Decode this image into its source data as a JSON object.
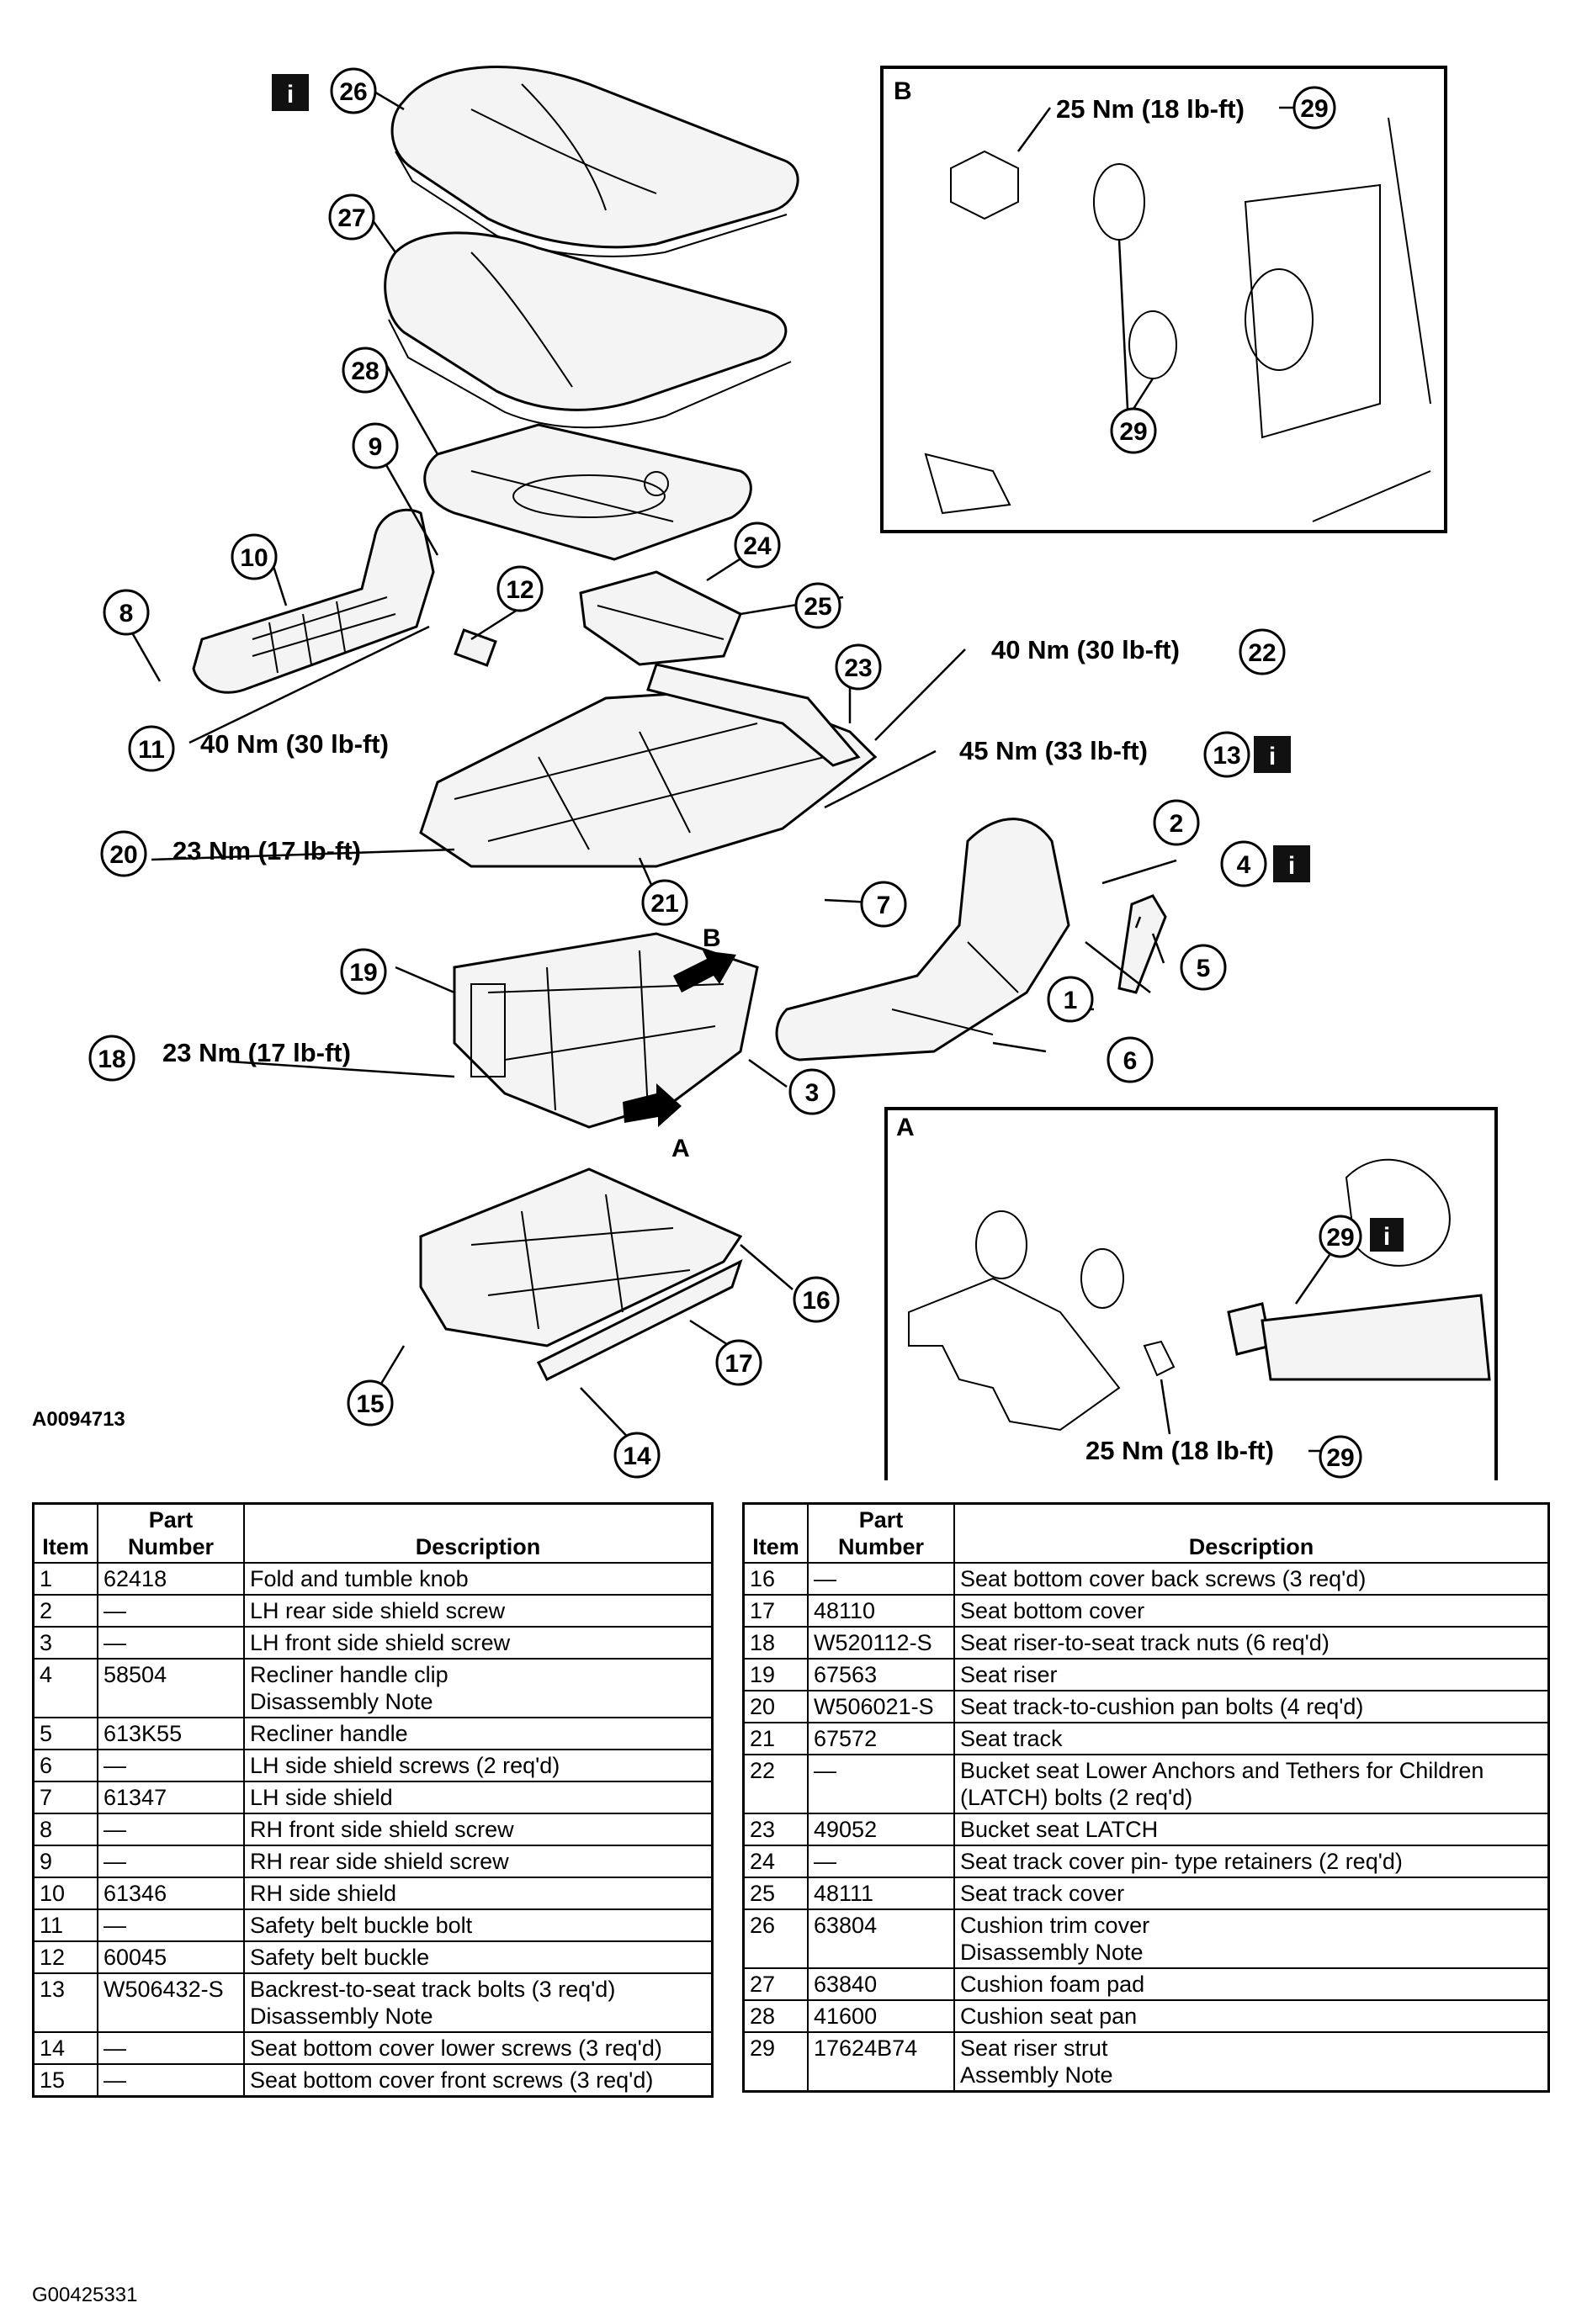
{
  "diagram": {
    "figure_id": "A0094713",
    "info_icon_label": "i",
    "inset_b": {
      "letter": "B",
      "torque_top": "25 Nm (18 lb-ft)",
      "callouts": [
        "29",
        "29"
      ]
    },
    "inset_a": {
      "letter": "A",
      "torque_bottom": "25 Nm (18 lb-ft)",
      "callouts": [
        "29",
        "29"
      ]
    },
    "pointer_labels": {
      "a": "A",
      "b": "B"
    },
    "torques": {
      "item11": "40 Nm (30 lb-ft)",
      "item22": "40 Nm (30 lb-ft)",
      "item13": "45 Nm (33 lb-ft)",
      "item20": "23 Nm (17 lb-ft)",
      "item18": "23 Nm (17 lb-ft)"
    },
    "callouts": [
      "1",
      "2",
      "3",
      "4",
      "5",
      "6",
      "7",
      "8",
      "9",
      "10",
      "11",
      "12",
      "13",
      "14",
      "15",
      "16",
      "17",
      "18",
      "19",
      "20",
      "21",
      "22",
      "23",
      "24",
      "25",
      "26",
      "27",
      "28"
    ]
  },
  "table_headers": {
    "item": "Item",
    "part_line1": "Part",
    "part_line2": "Number",
    "description": "Description"
  },
  "parts_left": [
    {
      "item": "1",
      "part": "62418",
      "desc": [
        "Fold and tumble knob"
      ]
    },
    {
      "item": "2",
      "part": "—",
      "desc": [
        "LH rear side shield screw"
      ]
    },
    {
      "item": "3",
      "part": "—",
      "desc": [
        "LH front side shield screw"
      ]
    },
    {
      "item": "4",
      "part": "58504",
      "desc": [
        "Recliner handle clip",
        "Disassembly Note"
      ]
    },
    {
      "item": "5",
      "part": "613K55",
      "desc": [
        "Recliner handle"
      ]
    },
    {
      "item": "6",
      "part": "—",
      "desc": [
        "LH side shield screws (2 req'd)"
      ]
    },
    {
      "item": "7",
      "part": "61347",
      "desc": [
        "LH side shield"
      ]
    },
    {
      "item": "8",
      "part": "—",
      "desc": [
        "RH front side shield screw"
      ]
    },
    {
      "item": "9",
      "part": "—",
      "desc": [
        "RH rear side shield screw"
      ]
    },
    {
      "item": "10",
      "part": "61346",
      "desc": [
        "RH side shield"
      ]
    },
    {
      "item": "11",
      "part": "—",
      "desc": [
        "Safety belt buckle bolt"
      ]
    },
    {
      "item": "12",
      "part": "60045",
      "desc": [
        "Safety belt buckle"
      ]
    },
    {
      "item": "13",
      "part": "W506432-S",
      "desc": [
        "Backrest-to-seat track bolts (3 req'd)",
        "Disassembly Note"
      ]
    },
    {
      "item": "14",
      "part": "—",
      "desc": [
        "Seat bottom cover lower screws (3 req'd)"
      ]
    },
    {
      "item": "15",
      "part": "—",
      "desc": [
        "Seat bottom cover front screws (3 req'd)"
      ]
    }
  ],
  "parts_right": [
    {
      "item": "16",
      "part": "—",
      "desc": [
        "Seat bottom cover back screws (3 req'd)"
      ]
    },
    {
      "item": "17",
      "part": "48110",
      "desc": [
        "Seat bottom cover"
      ]
    },
    {
      "item": "18",
      "part": "W520112-S",
      "desc": [
        "Seat riser-to-seat track nuts (6 req'd)"
      ]
    },
    {
      "item": "19",
      "part": "67563",
      "desc": [
        "Seat riser"
      ]
    },
    {
      "item": "20",
      "part": "W506021-S",
      "desc": [
        "Seat track-to-cushion pan bolts (4 req'd)"
      ]
    },
    {
      "item": "21",
      "part": "67572",
      "desc": [
        "Seat track"
      ]
    },
    {
      "item": "22",
      "part": "—",
      "desc": [
        "Bucket seat Lower Anchors and Tethers for Children",
        "(LATCH) bolts (2 req'd)"
      ]
    },
    {
      "item": "23",
      "part": "49052",
      "desc": [
        "Bucket seat LATCH"
      ]
    },
    {
      "item": "24",
      "part": "—",
      "desc": [
        "Seat track cover pin- type retainers (2 req'd)"
      ]
    },
    {
      "item": "25",
      "part": "48111",
      "desc": [
        "Seat track cover"
      ]
    },
    {
      "item": "26",
      "part": "63804",
      "desc": [
        "Cushion trim cover",
        "Disassembly Note"
      ]
    },
    {
      "item": "27",
      "part": "63840",
      "desc": [
        "Cushion foam pad"
      ]
    },
    {
      "item": "28",
      "part": "41600",
      "desc": [
        "Cushion seat pan"
      ]
    },
    {
      "item": "29",
      "part": "17624B74",
      "desc": [
        "Seat riser strut",
        "Assembly Note"
      ]
    }
  ],
  "footer": {
    "code": "G00425331"
  }
}
